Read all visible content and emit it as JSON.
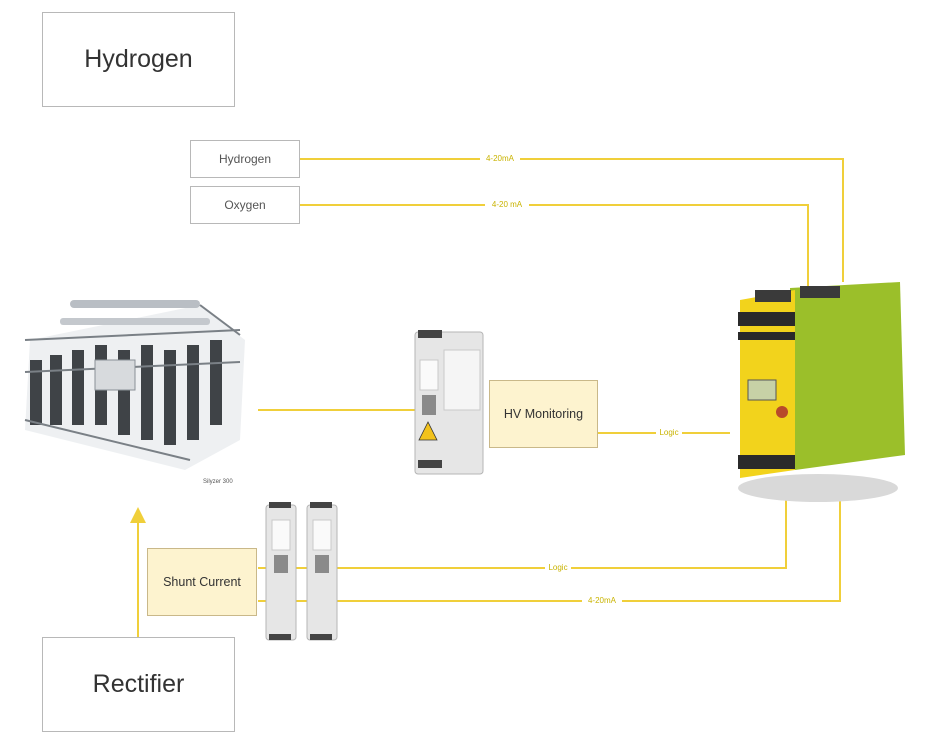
{
  "boxes": {
    "hydrogen_title": "Hydrogen",
    "hydrogen_sensor": "Hydrogen",
    "oxygen_sensor": "Oxygen",
    "hv_monitoring": "HV Monitoring",
    "shunt_current": "Shunt Current",
    "rectifier": "Rectifier"
  },
  "links": {
    "hydrogen_signal": "4-20mA",
    "oxygen_signal": "4-20 mA",
    "hv_logic": "Logic",
    "shunt_logic": "Logic",
    "shunt_signal": "4-20mA"
  },
  "captions": {
    "electrolyser": "Silyzer 300"
  },
  "colors": {
    "line": "#f0cf3a",
    "box_fill": "#fdf3cf",
    "controller_yellow": "#f2d31c",
    "controller_green": "#9bbf2a"
  }
}
